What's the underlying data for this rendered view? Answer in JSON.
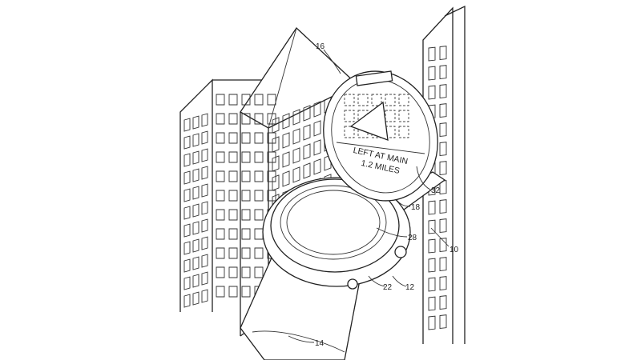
{
  "screen_text": {
    "line1": "LEFT AT MAIN",
    "line2": "1.2 MILES"
  },
  "reference_numerals": {
    "device": "10",
    "case": "12",
    "band": "14",
    "lid_hinge": "16",
    "lid": "18",
    "crown": "22",
    "display": "28",
    "lid_display": "32"
  }
}
